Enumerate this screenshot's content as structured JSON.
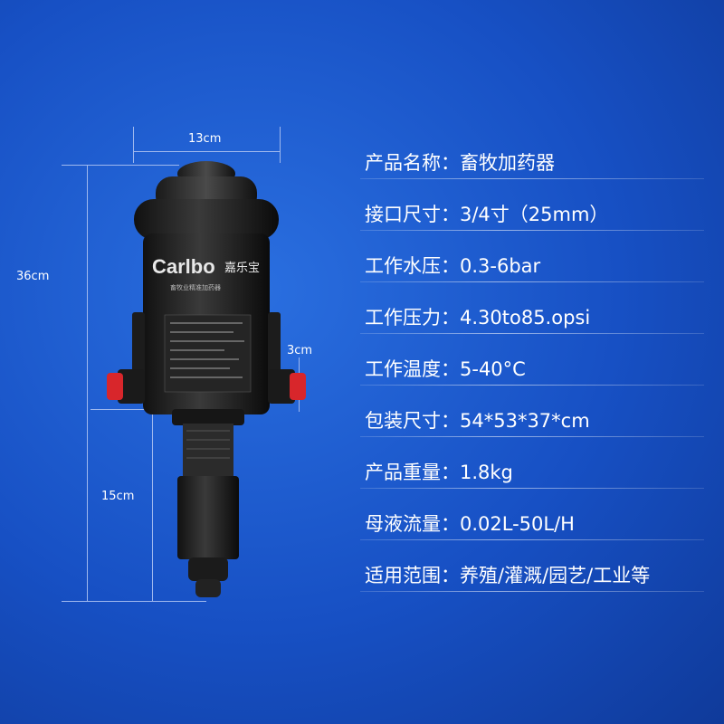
{
  "dimensions": {
    "width": "13cm",
    "height_total": "36cm",
    "depth": "3cm",
    "lower_length": "15cm"
  },
  "device": {
    "brand": "Carlbo",
    "brand_cn": "嘉乐宝",
    "tagline": "畜牧业精准加药器"
  },
  "specs": [
    {
      "label": "产品名称：",
      "value": "畜牧加药器"
    },
    {
      "label": "接口尺寸：",
      "value": "3/4寸（25mm）"
    },
    {
      "label": "工作水压：",
      "value": "0.3-6bar"
    },
    {
      "label": "工作压力：",
      "value": "4.30to85.opsi"
    },
    {
      "label": "工作温度：",
      "value": "5-40°C"
    },
    {
      "label": "包装尺寸：",
      "value": "54*53*37*cm"
    },
    {
      "label": "产品重量：",
      "value": "1.8kg"
    },
    {
      "label": "母液流量：",
      "value": "0.02L-50L/H"
    },
    {
      "label": "适用范围：",
      "value": "养殖/灌溉/园艺/工业等"
    }
  ]
}
